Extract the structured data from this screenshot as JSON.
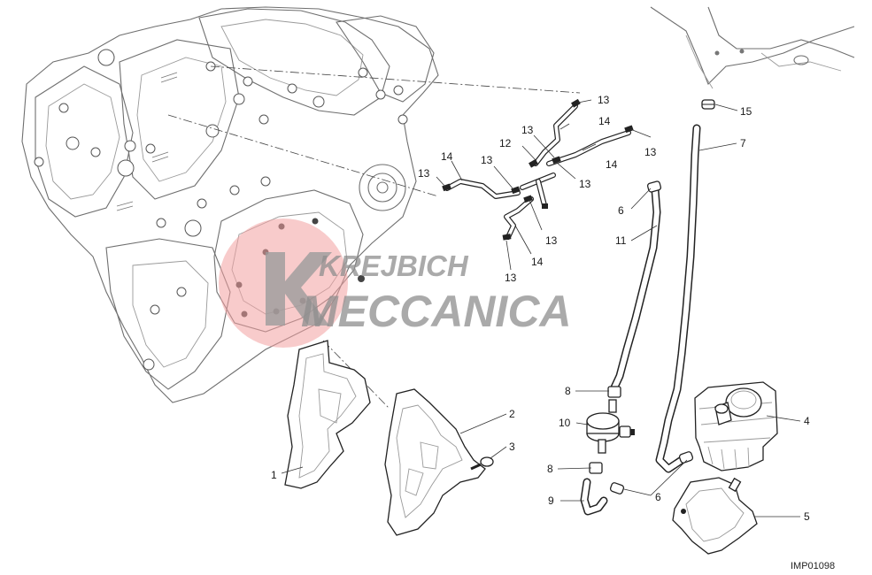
{
  "watermark": {
    "line1": "KREJBICH",
    "line2": "MECCANICA"
  },
  "image_code": "IMP01098",
  "callouts": [
    {
      "key": "c1",
      "text": "1"
    },
    {
      "key": "c2",
      "text": "2"
    },
    {
      "key": "c3",
      "text": "3"
    },
    {
      "key": "c4",
      "text": "4"
    },
    {
      "key": "c5",
      "text": "5"
    },
    {
      "key": "c6a",
      "text": "6"
    },
    {
      "key": "c6b",
      "text": "6"
    },
    {
      "key": "c7",
      "text": "7"
    },
    {
      "key": "c8a",
      "text": "8"
    },
    {
      "key": "c8b",
      "text": "8"
    },
    {
      "key": "c9",
      "text": "9"
    },
    {
      "key": "c10",
      "text": "10"
    },
    {
      "key": "c11",
      "text": "11"
    },
    {
      "key": "c12",
      "text": "12"
    },
    {
      "key": "c13a",
      "text": "13"
    },
    {
      "key": "c13b",
      "text": "13"
    },
    {
      "key": "c13c",
      "text": "13"
    },
    {
      "key": "c13d",
      "text": "13"
    },
    {
      "key": "c13e",
      "text": "13"
    },
    {
      "key": "c13f",
      "text": "13"
    },
    {
      "key": "c13g",
      "text": "13"
    },
    {
      "key": "c13h",
      "text": "13"
    },
    {
      "key": "c14a",
      "text": "14"
    },
    {
      "key": "c14b",
      "text": "14"
    },
    {
      "key": "c14c",
      "text": "14"
    },
    {
      "key": "c14d",
      "text": "14"
    },
    {
      "key": "c15",
      "text": "15"
    }
  ],
  "colors": {
    "watermark_circle": "#f2a0a0",
    "watermark_text": "#8e8e8e",
    "line": "#222222",
    "engine_line": "#6f6f6f"
  }
}
